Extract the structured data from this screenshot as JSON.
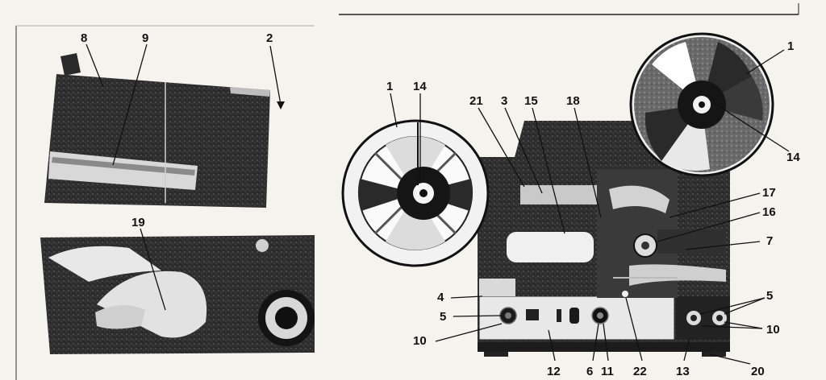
{
  "figure": {
    "labels": [
      {
        "id": "l8",
        "text": "8"
      },
      {
        "id": "l9",
        "text": "9"
      },
      {
        "id": "l2",
        "text": "2"
      },
      {
        "id": "l19",
        "text": "19"
      },
      {
        "id": "l1a",
        "text": "1"
      },
      {
        "id": "l14a",
        "text": "14"
      },
      {
        "id": "l21",
        "text": "21"
      },
      {
        "id": "l3",
        "text": "3"
      },
      {
        "id": "l15",
        "text": "15"
      },
      {
        "id": "l18",
        "text": "18"
      },
      {
        "id": "l1b",
        "text": "1"
      },
      {
        "id": "l14b",
        "text": "14"
      },
      {
        "id": "l17",
        "text": "17"
      },
      {
        "id": "l16",
        "text": "16"
      },
      {
        "id": "l7",
        "text": "7"
      },
      {
        "id": "l4",
        "text": "4"
      },
      {
        "id": "l5a",
        "text": "5"
      },
      {
        "id": "l10a",
        "text": "10"
      },
      {
        "id": "l5b",
        "text": "5"
      },
      {
        "id": "l10b",
        "text": "10"
      },
      {
        "id": "l12",
        "text": "12"
      },
      {
        "id": "l6",
        "text": "6"
      },
      {
        "id": "l11",
        "text": "11"
      },
      {
        "id": "l22",
        "text": "22"
      },
      {
        "id": "l13",
        "text": "13"
      },
      {
        "id": "l20",
        "text": "20"
      }
    ]
  }
}
